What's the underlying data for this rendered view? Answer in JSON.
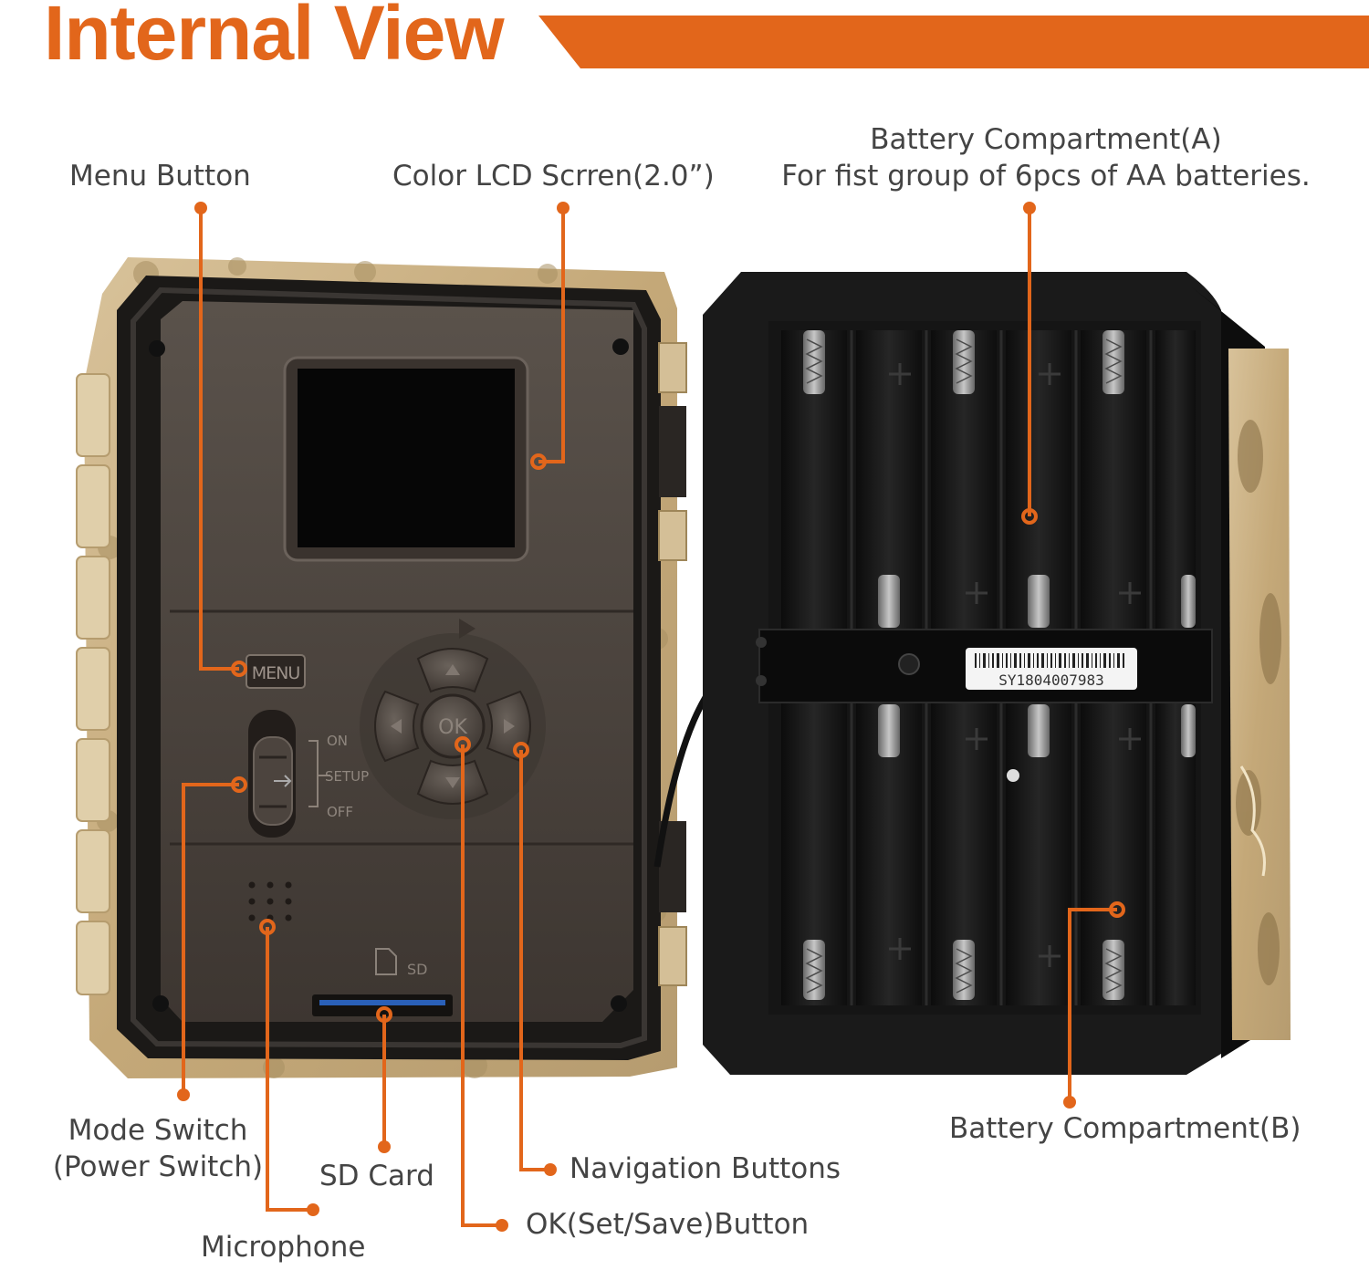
{
  "title": "Internal View",
  "device": {
    "menu_key": "MENU",
    "ok_key": "OK",
    "switch_positions": [
      "ON",
      "SETUP",
      "OFF"
    ],
    "sd_mark": "SD",
    "serial": "SY1804007983"
  },
  "callouts": {
    "menu_button": "Menu Button",
    "lcd_screen": "Color LCD Scrren(2.0”)",
    "battery_a_line1": "Battery Compartment(A)",
    "battery_a_line2": "For fist group of 6pcs of AA batteries.",
    "mode_switch_line1": "Mode Switch",
    "mode_switch_line2": "(Power Switch)",
    "sd_card": "SD Card",
    "microphone": "Microphone",
    "navigation_buttons": "Navigation Buttons",
    "ok_button": "OK(Set/Save)Button",
    "battery_b": "Battery Compartment(B)"
  },
  "colors": {
    "accent": "#e2661b",
    "panel": "#4e4640",
    "camo": "#cdb58a",
    "case_dark": "#1c1c1c",
    "label": "#444444"
  }
}
